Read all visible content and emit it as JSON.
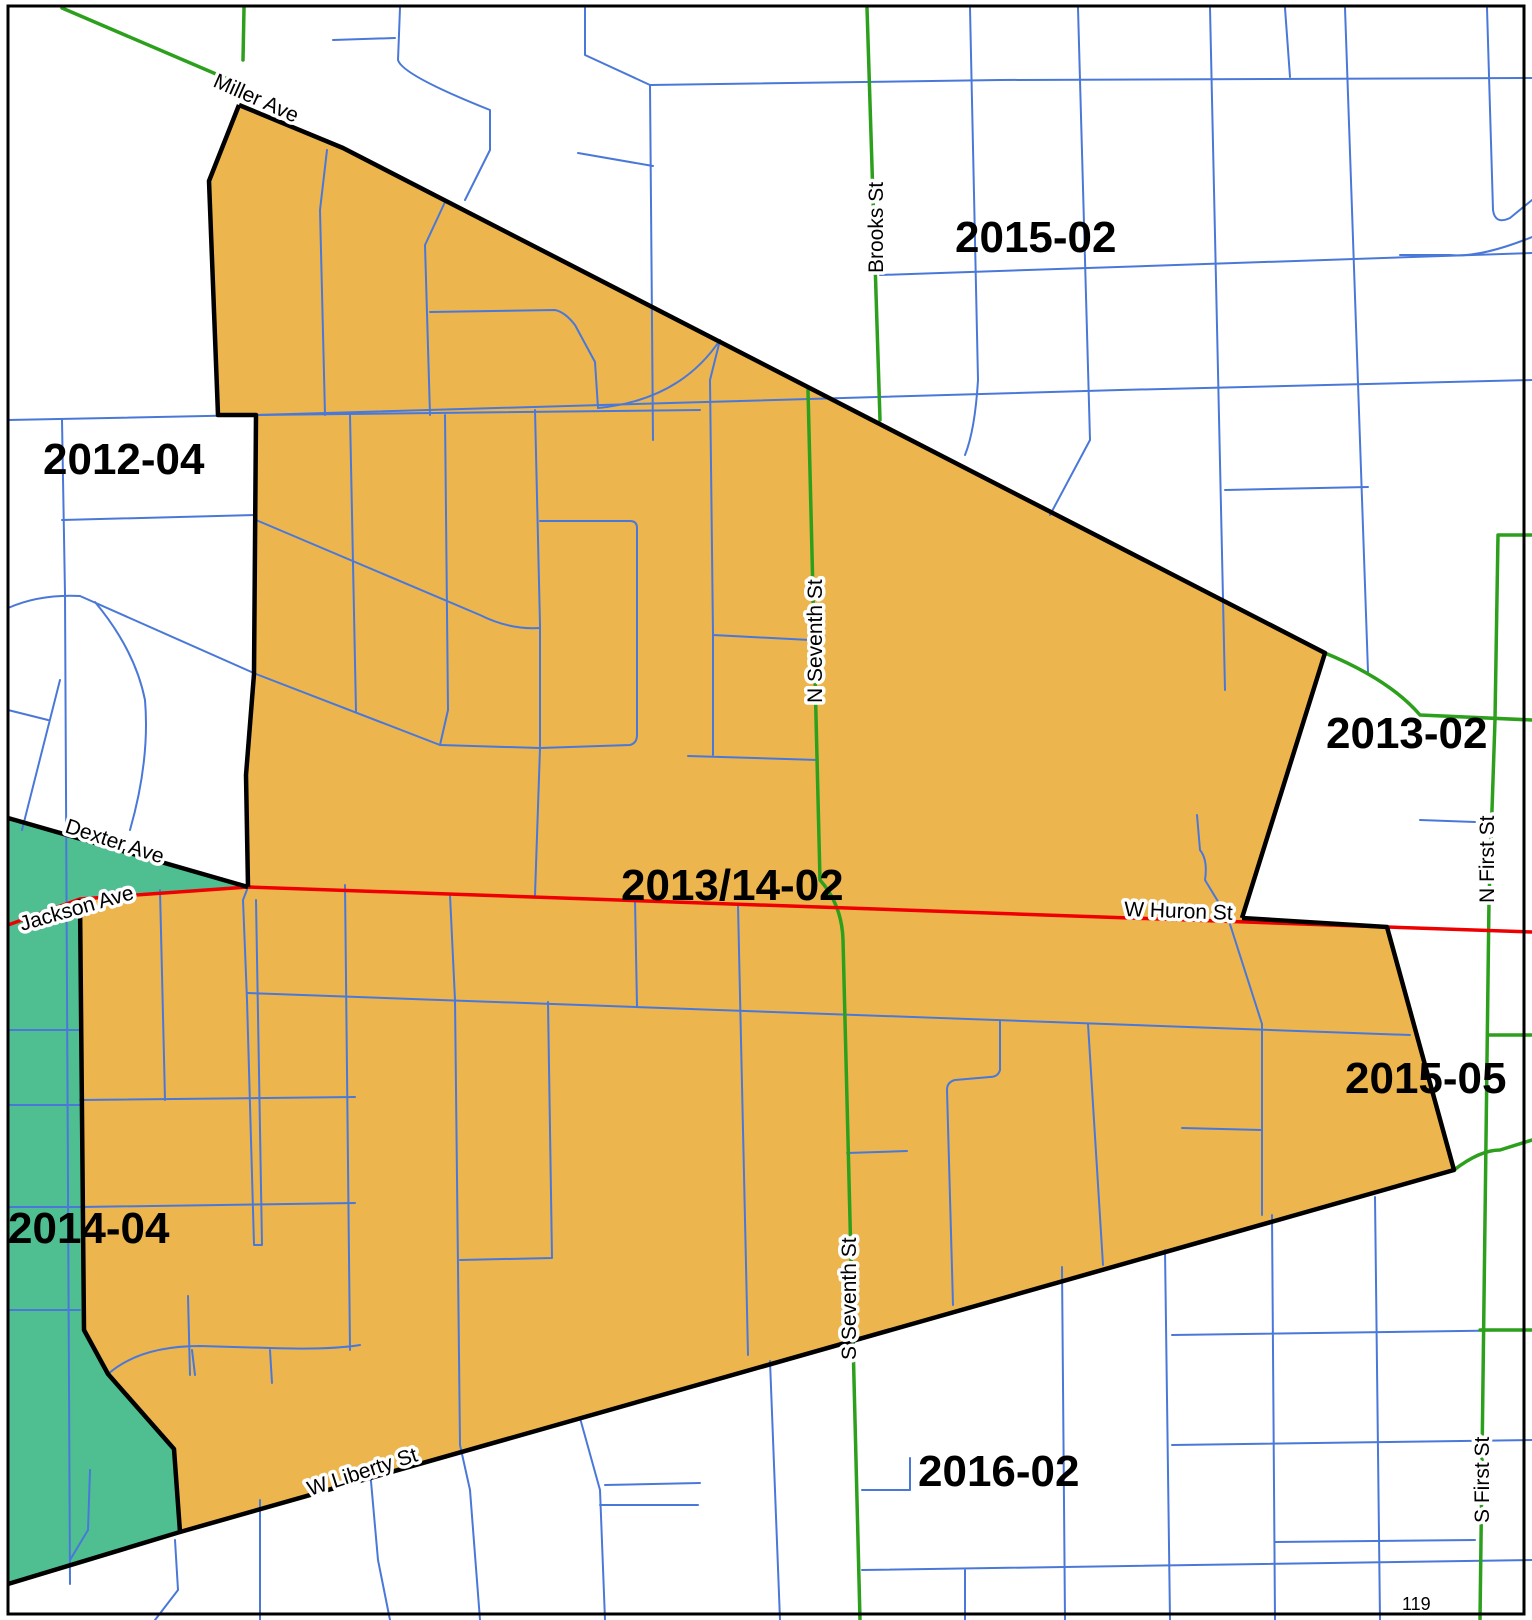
{
  "map": {
    "colors": {
      "focus_region_fill": "#edb54e",
      "neighbor_region_fill": "#4fbf92",
      "local_streets": "#4a78d8",
      "major_streets": "#2ca01c",
      "huron_street": "#ee0000",
      "boundaries": "#000000"
    },
    "regions": {
      "focus": "2013/14-02",
      "r2015_02": "2015-02",
      "r2012_04": "2012-04",
      "r2013_02": "2013-02",
      "r2015_05": "2015-05",
      "r2014_04": "2014-04",
      "r2016_02": "2016-02"
    },
    "streets": {
      "miller": "Miller Ave",
      "brooks": "Brooks St",
      "n_seventh": "N Seventh St",
      "dexter": "Dexter Ave",
      "jackson": "Jackson Ave",
      "w_huron": "W Huron St",
      "n_first": "N First St",
      "s_seventh": "S Seventh St",
      "w_liberty": "W Liberty St",
      "s_first": "S First St"
    },
    "page_number": "119"
  }
}
